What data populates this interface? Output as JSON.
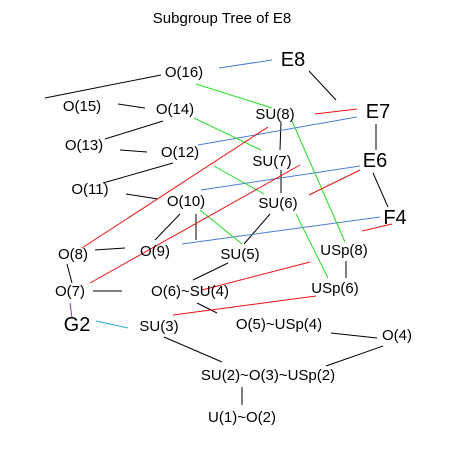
{
  "title": "Subgroup Tree of E8",
  "colors": {
    "black": "#000000",
    "blue": "#4a7fd4",
    "green": "#22dd22",
    "red": "#ee1111",
    "purple": "#9b30c9",
    "cyan": "#22aadd"
  },
  "nodes": {
    "E8": "E8",
    "O16": "O(16)",
    "O15": "O(15)",
    "O14": "O(14)",
    "SU8": "SU(8)",
    "E7": "E7",
    "O13": "O(13)",
    "O12": "O(12)",
    "SU7": "SU(7)",
    "E6": "E6",
    "O11": "O(11)",
    "O10": "O(10)",
    "SU6": "SU(6)",
    "F4": "F4",
    "O8": "O(8)",
    "O9": "O(9)",
    "SU5": "SU(5)",
    "USp8": "USp(8)",
    "O7": "O(7)",
    "O6SU4": "O(6)~SU(4)",
    "USp6": "USp(6)",
    "G2": "G2",
    "SU3": "SU(3)",
    "O5USp4": "O(5)~USp(4)",
    "O4": "O(4)",
    "SU2O3USp2": "SU(2)~O(3)~USp(2)",
    "U1O2": "U(1)~O(2)"
  }
}
